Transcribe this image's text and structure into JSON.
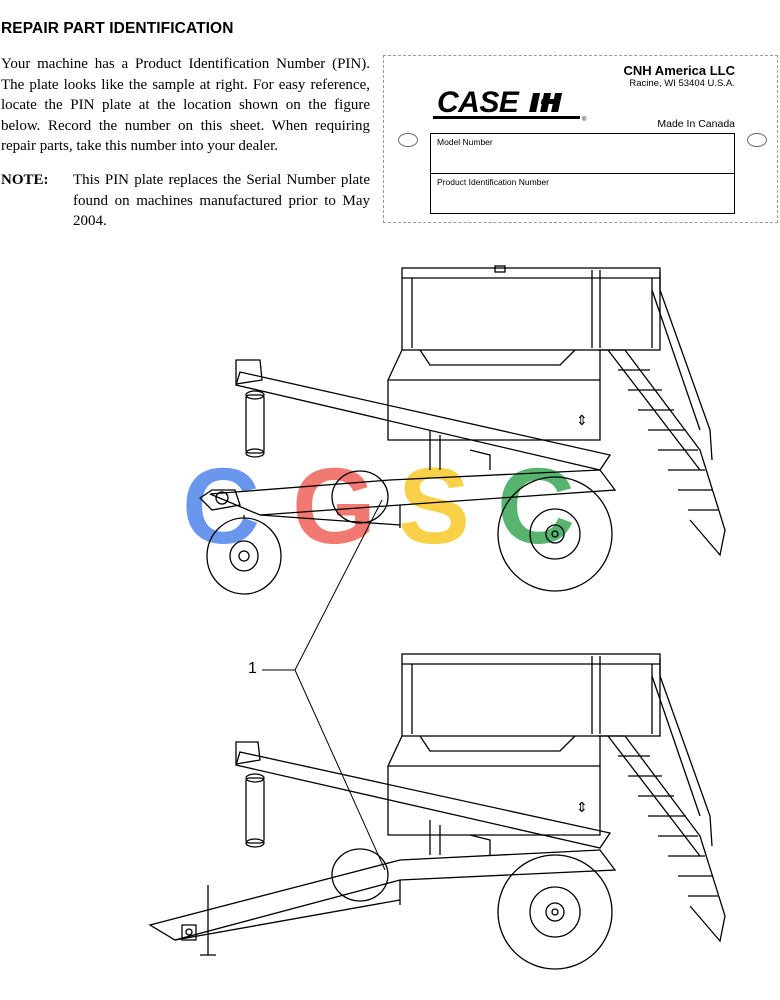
{
  "heading": "REPAIR PART IDENTIFICATION",
  "intro": "Your machine has a Product Identification Number (PIN). The plate looks like the sample at right. For easy reference, locate the PIN plate at the location shown on the figure below. Record the number on this sheet. When requiring repair parts, take this number into your dealer.",
  "note": {
    "label": "NOTE:",
    "text": "This PIN plate replaces the Serial Number plate found on machines manufactured prior to May 2004."
  },
  "plate": {
    "company": "CNH America LLC",
    "address": "Racine, WI 53404  U.S.A.",
    "brand": "CASE IH",
    "made_in": "Made In Canada",
    "model_label": "Model Number",
    "pin_label": "Product Identification Number"
  },
  "figure": {
    "callout": "1",
    "watermark_letters": [
      "C",
      "G",
      "S",
      "C"
    ],
    "watermark_colors": [
      "#4f86ec",
      "#f0625a",
      "#f7c92a",
      "#3aa757"
    ]
  }
}
